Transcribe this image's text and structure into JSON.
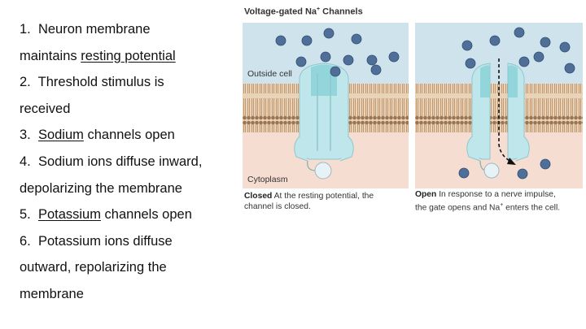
{
  "steps": [
    {
      "n": "1.",
      "lines": [
        [
          "Neuron membrane"
        ],
        [
          "maintains ",
          {
            "u": "resting potential"
          }
        ]
      ]
    },
    {
      "n": "2.",
      "lines": [
        [
          "Threshold stimulus is"
        ],
        [
          "received"
        ]
      ]
    },
    {
      "n": "3.",
      "lines": [
        [
          {
            "u": "Sodium"
          },
          " channels open"
        ]
      ]
    },
    {
      "n": "4.",
      "lines": [
        [
          "Sodium ions diffuse inward,"
        ],
        [
          "depolarizing the membrane"
        ]
      ]
    },
    {
      "n": "5.",
      "lines": [
        [
          {
            "u": "Potassium"
          },
          " channels open"
        ]
      ]
    },
    {
      "n": "6.",
      "lines": [
        [
          "Potassium ions diffuse"
        ],
        [
          "outward, repolarizing the"
        ],
        [
          "membrane"
        ]
      ]
    }
  ],
  "figure": {
    "title_main": "Voltage-gated Na",
    "title_sup": "+",
    "title_end": " Channels",
    "label_outside": "Outside cell",
    "label_cytoplasm": "Cytoplasm",
    "closed": {
      "head": "Closed",
      "text1": " At the resting potential, the",
      "text2": "channel is closed."
    },
    "open": {
      "head": "Open",
      "text1": " In response to a nerve impulse,",
      "text2a": "the gate opens and Na",
      "text2sup": "+",
      "text2b": " enters the cell."
    }
  },
  "colors": {
    "extracellular": "#cfe3ec",
    "cytoplasm": "#f6ddd2",
    "membrane": "#8c6a4c",
    "channel": "#bfe6ea",
    "ion": "#4f6f99"
  }
}
